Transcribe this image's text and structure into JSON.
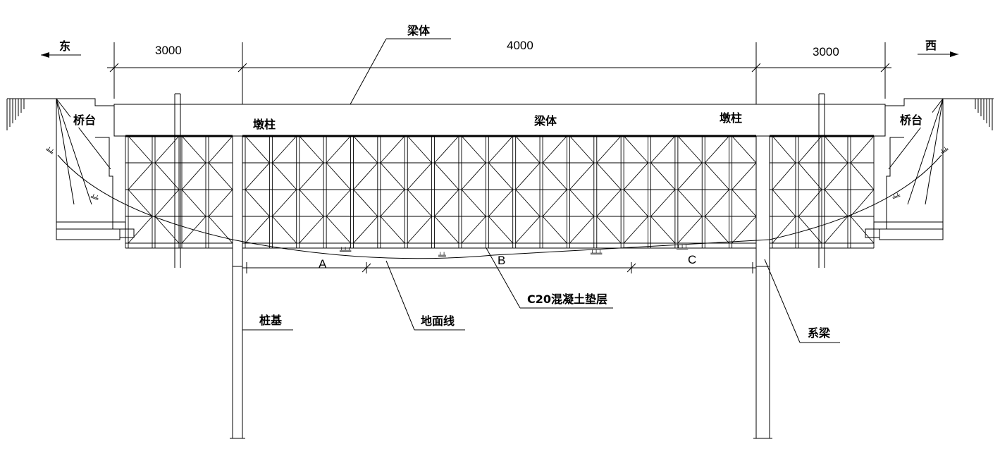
{
  "directions": {
    "east": "东",
    "west": "西"
  },
  "dimensions": {
    "left_span": "3000",
    "middle_span": "4000",
    "right_span": "3000"
  },
  "labels": {
    "beam_top": "梁体",
    "beam_mid": "梁体",
    "abutment_left": "桥台",
    "abutment_right": "桥台",
    "pier_left": "墩柱",
    "pier_right": "墩柱",
    "pile": "桩基",
    "ground_line": "地面线",
    "cushion": "C20混凝土垫层",
    "tie_beam": "系梁"
  },
  "sections": {
    "a": "A",
    "b": "B",
    "c": "C"
  }
}
